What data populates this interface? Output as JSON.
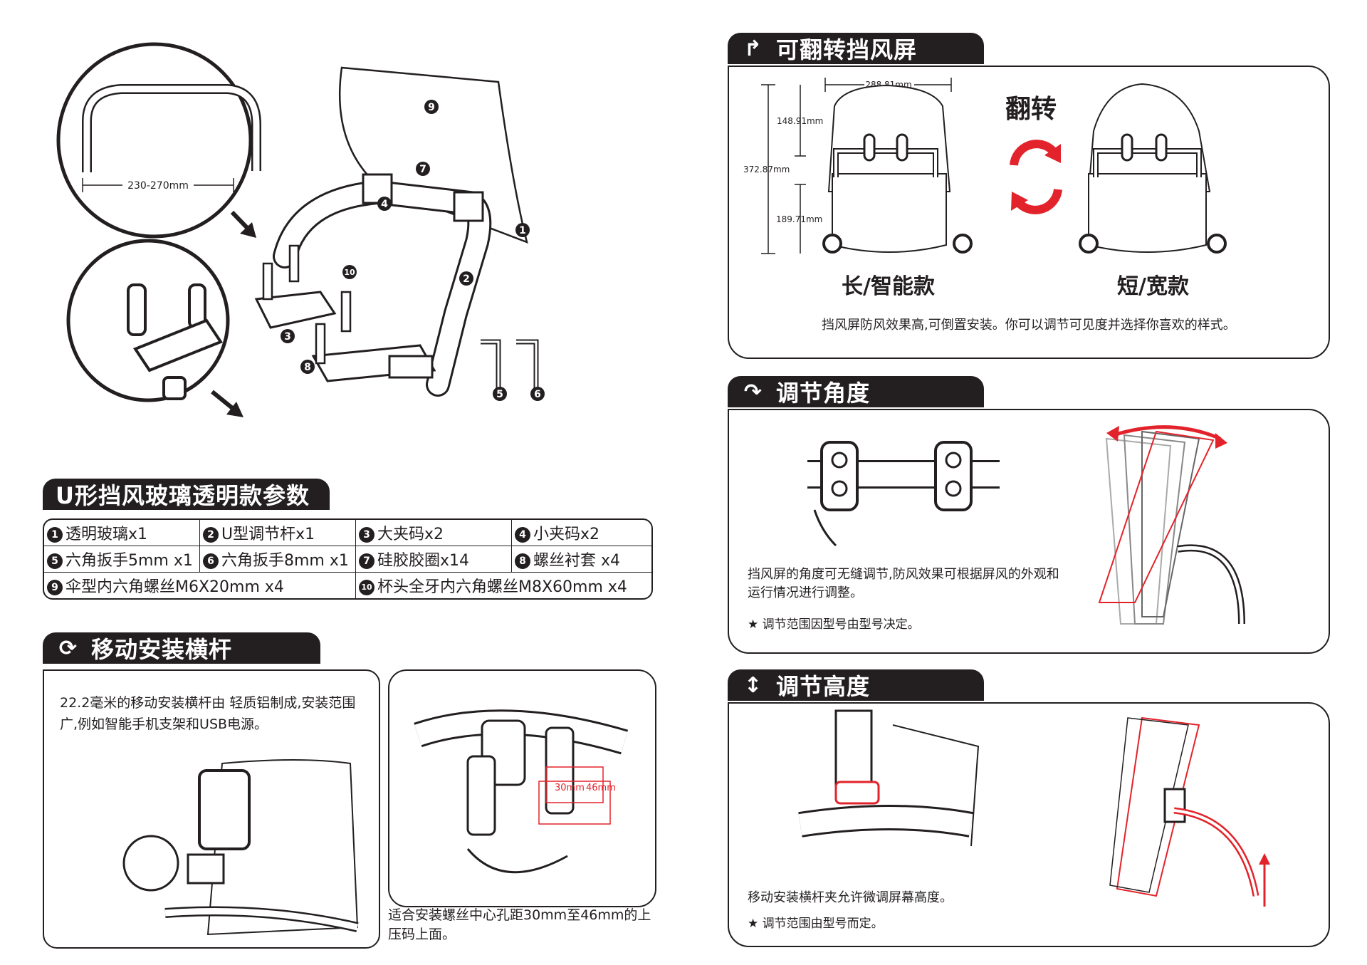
{
  "main_diagram": {
    "bar_width_label": "230-270mm",
    "callouts": [
      "1",
      "2",
      "3",
      "4",
      "5",
      "6",
      "7",
      "8",
      "9",
      "10"
    ]
  },
  "params": {
    "title": "U形挡风玻璃透明款参数",
    "rows": [
      [
        {
          "n": "1",
          "t": "透明玻璃x1"
        },
        {
          "n": "2",
          "t": "U型调节杆x1"
        },
        {
          "n": "3",
          "t": "大夹码x2"
        },
        {
          "n": "4",
          "t": "小夹码x2"
        }
      ],
      [
        {
          "n": "5",
          "t": "六角扳手5mm x1"
        },
        {
          "n": "6",
          "t": "六角扳手8mm x1"
        },
        {
          "n": "7",
          "t": "硅胶胶圈x14"
        },
        {
          "n": "8",
          "t": "螺丝衬套 x4"
        }
      ],
      [
        {
          "n": "9",
          "t": "伞型内六角螺丝M6X20mm x4"
        },
        {
          "n": "10",
          "t": "杯头全牙内六角螺丝M8X60mm x4"
        }
      ]
    ]
  },
  "mount_bar": {
    "title": "移动安装横杆",
    "desc": "22.2毫米的移动安装横杆由 轻质铝制成,安装范围广,例如智能手机支架和USB电源。",
    "hole_labels": {
      "a": "30mm",
      "b": "46mm"
    },
    "caption": "适合安装螺丝中心孔距30mm至46mm的上压码上面。"
  },
  "flip": {
    "title": "可翻转挡风屏",
    "width_dim": "288.81mm",
    "top_dim": "148.91mm",
    "total_dim": "372.87mm",
    "bottom_dim": "189.71mm",
    "flip_label": "翻转",
    "left_label": "长/智能款",
    "right_label": "短/宽款",
    "desc": "挡风屏防风效果高,可倒置安装。你可以调节可见度并选择你喜欢的样式。"
  },
  "angle": {
    "title": "调节角度",
    "desc": "挡风屏的角度可无缝调节,防风效果可根据屏风的外观和运行情况进行调整。",
    "note": "★ 调节范围因型号由型号决定。"
  },
  "height": {
    "title": "调节高度",
    "desc": "移动安装横杆夹允许微调屏幕高度。",
    "note": "★ 调节范围由型号而定。"
  },
  "colors": {
    "ink": "#231f20",
    "accent": "#e3232b"
  }
}
